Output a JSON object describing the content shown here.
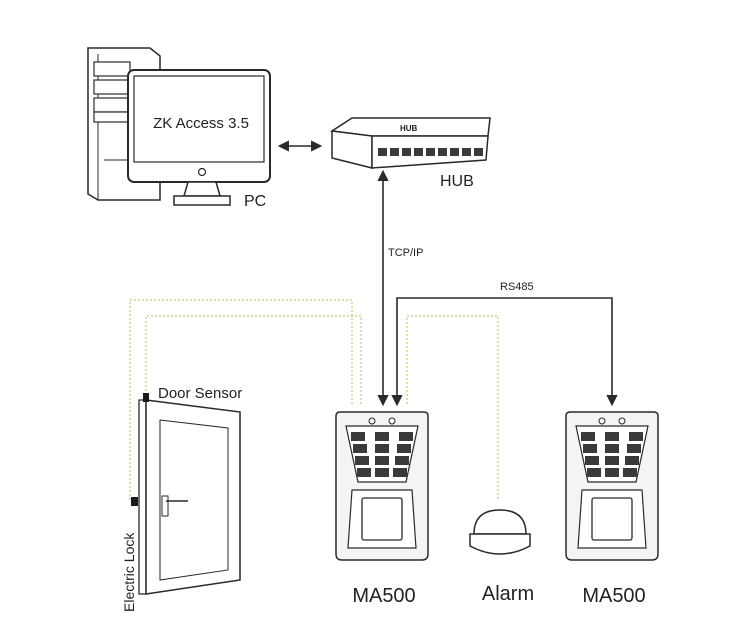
{
  "pc": {
    "screen_text": "ZK Access 3.5",
    "label": "PC"
  },
  "hub": {
    "label": "HUB",
    "badge": "HUB"
  },
  "links": {
    "tcp_ip": "TCP/IP",
    "rs485": "RS485"
  },
  "door": {
    "sensor_label": "Door Sensor",
    "lock_label": "Electric Lock"
  },
  "devices": [
    {
      "label": "MA500"
    },
    {
      "label": "MA500"
    }
  ],
  "alarm": {
    "label": "Alarm"
  },
  "colors": {
    "line": "#2a2a2a",
    "dotted_wire": "#c9d68a",
    "device_fill": "#f4f4f4",
    "key_fill": "#3a3a3a"
  }
}
